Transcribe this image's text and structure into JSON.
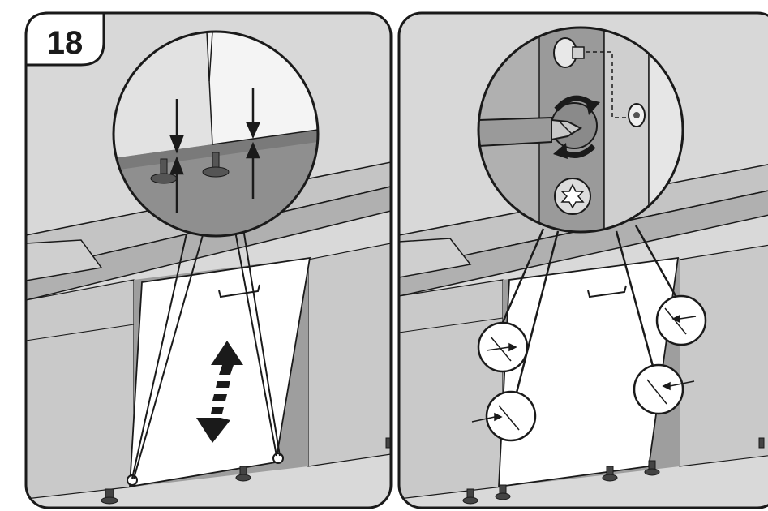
{
  "step": {
    "number": "18"
  },
  "panels": [
    {
      "id": "left",
      "description_icon": "height-adjust-icon"
    },
    {
      "id": "right",
      "description_icon": "screw-fix-icon"
    }
  ],
  "colors": {
    "wall": "#d6d6d6",
    "counter": "#b8b8b8",
    "cabinet": "#c8c8c8",
    "door": "#ffffff",
    "outline": "#1a1a1a",
    "arrow": "#222222"
  }
}
